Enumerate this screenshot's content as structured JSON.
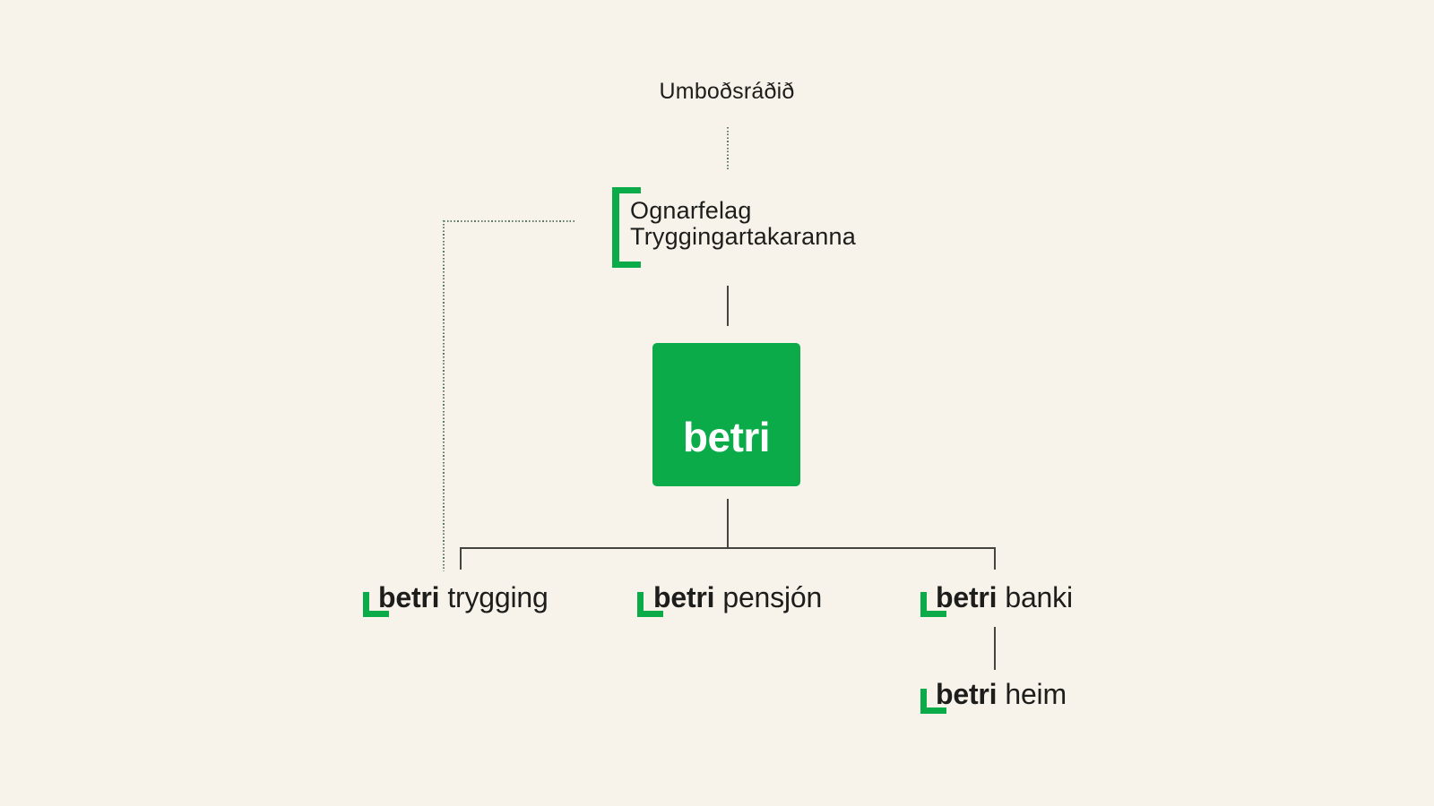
{
  "colors": {
    "green": "#0bab4a",
    "line": "#45453f",
    "dotted": "#5c7a64",
    "bg": "#f7f3ea",
    "text": "#1d1d1b",
    "logo_text": "#ffffff"
  },
  "org": {
    "root": {
      "label": "Umboðsráðið"
    },
    "holding": {
      "line1": "Ognarfelag",
      "line2": "Tryggingartakaranna"
    },
    "parent": {
      "label": "betri"
    },
    "subsidiaries": [
      {
        "brand": "betri",
        "name": "trygging"
      },
      {
        "brand": "betri",
        "name": "pensjón"
      },
      {
        "brand": "betri",
        "name": "banki"
      }
    ],
    "descendant": {
      "brand": "betri",
      "name": "heim"
    }
  }
}
